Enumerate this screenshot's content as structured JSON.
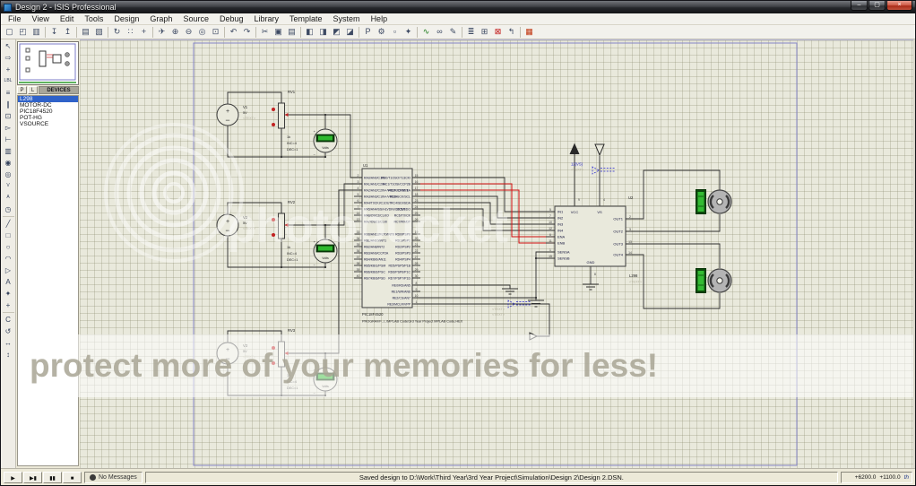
{
  "window": {
    "title": "Design 2 - ISIS Professional",
    "buttons": {
      "minimize": "–",
      "maximize": "▢",
      "close": "×"
    }
  },
  "menu": {
    "items": [
      "File",
      "View",
      "Edit",
      "Tools",
      "Design",
      "Graph",
      "Source",
      "Debug",
      "Library",
      "Template",
      "System",
      "Help"
    ]
  },
  "toolbar": {
    "groups": [
      [
        {
          "name": "new-file-icon",
          "glyph": "▢"
        },
        {
          "name": "open-file-icon",
          "glyph": "◰"
        },
        {
          "name": "save-file-icon",
          "glyph": "▥"
        }
      ],
      [
        {
          "name": "import-section-icon",
          "glyph": "↧"
        },
        {
          "name": "export-section-icon",
          "glyph": "↥"
        }
      ],
      [
        {
          "name": "print-icon",
          "glyph": "▤"
        },
        {
          "name": "mark-output-area-icon",
          "glyph": "▧"
        }
      ],
      [
        {
          "name": "redraw-icon",
          "glyph": "↻"
        },
        {
          "name": "toggle-grid-icon",
          "glyph": "∷"
        },
        {
          "name": "false-origin-icon",
          "glyph": "+"
        }
      ],
      [
        {
          "name": "pan-icon",
          "glyph": "✈"
        },
        {
          "name": "zoom-in-icon",
          "glyph": "⊕"
        },
        {
          "name": "zoom-out-icon",
          "glyph": "⊖"
        },
        {
          "name": "zoom-all-icon",
          "glyph": "◎"
        },
        {
          "name": "zoom-area-icon",
          "glyph": "⊡"
        }
      ],
      [
        {
          "name": "undo-icon",
          "glyph": "↶"
        },
        {
          "name": "redo-icon",
          "glyph": "↷"
        }
      ],
      [
        {
          "name": "cut-icon",
          "glyph": "✂"
        },
        {
          "name": "copy-icon",
          "glyph": "▣"
        },
        {
          "name": "paste-icon",
          "glyph": "▤"
        }
      ],
      [
        {
          "name": "block-copy-icon",
          "glyph": "◧"
        },
        {
          "name": "block-move-icon",
          "glyph": "◨"
        },
        {
          "name": "block-rotate-icon",
          "glyph": "◩"
        },
        {
          "name": "block-delete-icon",
          "glyph": "◪"
        }
      ],
      [
        {
          "name": "pick-device-icon",
          "glyph": "P"
        },
        {
          "name": "make-device-icon",
          "glyph": "⚙"
        },
        {
          "name": "packaging-tool-icon",
          "glyph": "▫"
        },
        {
          "name": "decompose-icon",
          "glyph": "✦"
        }
      ],
      [
        {
          "name": "wire-autorouter-icon",
          "glyph": "∿"
        },
        {
          "name": "search-tag-icon",
          "glyph": "∞"
        },
        {
          "name": "property-assignment-icon",
          "glyph": "✎"
        }
      ],
      [
        {
          "name": "design-explorer-icon",
          "glyph": "≣"
        },
        {
          "name": "new-sheet-icon",
          "glyph": "⊞"
        },
        {
          "name": "remove-sheet-icon",
          "glyph": "⊠"
        },
        {
          "name": "goto-sheet-icon",
          "glyph": "↰"
        }
      ],
      [
        {
          "name": "netlist-to-ares-icon",
          "glyph": "▦"
        }
      ]
    ]
  },
  "left_toolbar": {
    "icons": [
      {
        "name": "selection-mode-icon",
        "glyph": "↖"
      },
      {
        "name": "component-mode-icon",
        "glyph": "⇨"
      },
      {
        "name": "junction-dot-mode-icon",
        "glyph": "+"
      },
      {
        "name": "wire-label-mode-icon",
        "glyph": "LBL",
        "small": true
      },
      {
        "name": "text-script-mode-icon",
        "glyph": "≡"
      },
      {
        "name": "buses-mode-icon",
        "glyph": "∥"
      },
      {
        "name": "subcircuit-mode-icon",
        "glyph": "⊡"
      },
      {
        "name": "terminals-mode-icon",
        "glyph": "▻"
      },
      {
        "name": "device-pins-mode-icon",
        "glyph": "⊢"
      },
      {
        "name": "graph-mode-icon",
        "glyph": "▥"
      },
      {
        "name": "tape-recorder-mode-icon",
        "glyph": "◉"
      },
      {
        "name": "generator-mode-icon",
        "glyph": "◎"
      },
      {
        "name": "voltage-probe-mode-icon",
        "glyph": "V",
        "small": true
      },
      {
        "name": "current-probe-mode-icon",
        "glyph": "A",
        "small": true
      },
      {
        "name": "virtual-instruments-mode-icon",
        "glyph": "◷",
        "sep": true
      },
      {
        "name": "2d-line-icon",
        "glyph": "╱"
      },
      {
        "name": "2d-box-icon",
        "glyph": "□"
      },
      {
        "name": "2d-circle-icon",
        "glyph": "○"
      },
      {
        "name": "2d-arc-icon",
        "glyph": "◠"
      },
      {
        "name": "2d-path-icon",
        "glyph": "▷"
      },
      {
        "name": "2d-text-icon",
        "glyph": "A"
      },
      {
        "name": "2d-symbol-icon",
        "glyph": "✦"
      },
      {
        "name": "2d-marker-icon",
        "glyph": "+",
        "sep": true
      },
      {
        "name": "rotate-clockwise-icon",
        "glyph": "C"
      },
      {
        "name": "rotate-anticlockwise-icon",
        "glyph": "↺"
      },
      {
        "name": "x-mirror-icon",
        "glyph": "↔"
      },
      {
        "name": "y-mirror-icon",
        "glyph": "↕"
      }
    ]
  },
  "devices_panel": {
    "p_label": "P",
    "l_label": "L",
    "header": "DEVICES",
    "items": [
      "L298",
      "MOTOR-DC",
      "PIC18F4520",
      "POT-HG",
      "VSOURCE"
    ],
    "selected_index": 0
  },
  "schematic": {
    "text_placeholder": "<TEXT>",
    "power_label": "12(VS)",
    "u1": {
      "ref": "U1",
      "name": "PIC18F4520",
      "program": "PROGRAM=..\\..\\MPLAB Code\\3rd Year Project MPLAB Code.HEX",
      "left_groups": [
        [
          {
            "n": "2",
            "l": "RA0/AN0/C1IN-"
          },
          {
            "n": "3",
            "l": "RA1/AN1/C2IN-"
          },
          {
            "n": "4",
            "l": "RA2/AN2/C2IN+/VREF-/CVREF"
          },
          {
            "n": "5",
            "l": "RA3/AN3/C1IN+/VREF+"
          },
          {
            "n": "6",
            "l": "RA4/T0CKI/C1OUT"
          },
          {
            "n": "7",
            "l": "RA5/AN4/SS/HLVDIN/C2OUT"
          },
          {
            "n": "14",
            "l": "RA6/OSC2/CLKO"
          },
          {
            "n": "13",
            "l": "RA7/OSC1/CLKI"
          }
        ],
        [
          {
            "n": "33",
            "l": "RB0/AN12/FLT0/INT0"
          },
          {
            "n": "34",
            "l": "RB1/AN10/INT1"
          },
          {
            "n": "35",
            "l": "RB2/AN8/INT2"
          },
          {
            "n": "36",
            "l": "RB3/AN9/CCP2A"
          },
          {
            "n": "37",
            "l": "RB4/KBI0/AN11"
          },
          {
            "n": "38",
            "l": "RB5/KBI1/PGM"
          },
          {
            "n": "39",
            "l": "RB6/KBI2/PGC"
          },
          {
            "n": "40",
            "l": "RB7/KBI3/PGD"
          }
        ]
      ],
      "right_groups": [
        [
          {
            "n": "15",
            "l": "RC0/T1OSO/T13CKI"
          },
          {
            "n": "16",
            "l": "RC1/T1OSI/CCP2B"
          },
          {
            "n": "17",
            "l": "RC2/CCP1/P1A"
          },
          {
            "n": "18",
            "l": "RC3/SCK/SCL"
          },
          {
            "n": "23",
            "l": "RC4/SDI/SDA"
          },
          {
            "n": "24",
            "l": "RC5/SDO"
          },
          {
            "n": "25",
            "l": "RC6/TX/CK"
          },
          {
            "n": "26",
            "l": "RC7/RX/DT"
          }
        ],
        [
          {
            "n": "19",
            "l": "RD0/PSP0"
          },
          {
            "n": "20",
            "l": "RD1/PSP1"
          },
          {
            "n": "21",
            "l": "RD2/PSP2"
          },
          {
            "n": "22",
            "l": "RD3/PSP3"
          },
          {
            "n": "27",
            "l": "RD4/PSP4"
          },
          {
            "n": "28",
            "l": "RD5/PSP5/P1B"
          },
          {
            "n": "29",
            "l": "RD6/PSP6/P1C"
          },
          {
            "n": "30",
            "l": "RD7/PSP7/P1D"
          }
        ],
        [
          {
            "n": "8",
            "l": "RE0/RD/AN5"
          },
          {
            "n": "9",
            "l": "RE1/WR/AN6"
          },
          {
            "n": "10",
            "l": "RE2/CS/AN7"
          },
          {
            "n": "1",
            "l": "RE3/MCLR/VPP"
          }
        ]
      ]
    },
    "u2": {
      "ref": "U2",
      "name": "L298",
      "left_pins": [
        {
          "n": "5",
          "l": "IN1"
        },
        {
          "n": "7",
          "l": "IN2"
        },
        {
          "n": "10",
          "l": "IN3"
        },
        {
          "n": "12",
          "l": "IN4"
        },
        {
          "n": "6",
          "l": "ENA"
        },
        {
          "n": "11",
          "l": "ENB"
        },
        {
          "n": "1",
          "l": "SENSA"
        },
        {
          "n": "15",
          "l": "SENSB"
        }
      ],
      "right_pins": [
        {
          "n": "2",
          "l": "OUT1"
        },
        {
          "n": "3",
          "l": "OUT2"
        },
        {
          "n": "13",
          "l": "OUT3"
        },
        {
          "n": "14",
          "l": "OUT4"
        }
      ],
      "top_pins": [
        {
          "n": "9",
          "l": "VCC"
        },
        {
          "n": "4",
          "l": "VS"
        }
      ],
      "bottom_pins": [
        {
          "n": "8",
          "l": "GND"
        }
      ]
    },
    "analog_blocks": [
      {
        "v_ref": "V1",
        "v_value": "5V",
        "rv_ref": "RV1",
        "r_value": "1k",
        "inc": "INC=4",
        "dec": "DEC=1",
        "meter_label": "Volts"
      },
      {
        "v_ref": "V2",
        "v_value": "5V",
        "rv_ref": "RV2",
        "r_value": "1k",
        "inc": "INC=4",
        "dec": "DEC=1",
        "meter_label": "Volts"
      },
      {
        "v_ref": "V3",
        "v_value": "5V",
        "rv_ref": "RV3",
        "r_value": "1k",
        "inc": "INC=4",
        "dec": "DEC=1",
        "meter_label": "Volts"
      }
    ]
  },
  "watermark": {
    "brand": "photobucket",
    "tagline": "protect more of your memories for less!"
  },
  "status_bar": {
    "sim_buttons": [
      {
        "name": "play-button",
        "glyph": "▶"
      },
      {
        "name": "step-button",
        "glyph": "▶▮"
      },
      {
        "name": "pause-button",
        "glyph": "▮▮"
      },
      {
        "name": "stop-button",
        "glyph": "■"
      }
    ],
    "no_messages": "No Messages",
    "saved_text": "Saved design to D:\\Work\\Third Year\\3rd Year Project\\Simulation\\Design 2\\Design 2.DSN.",
    "coord_x": "+6200.0",
    "coord_y": "+1100.0",
    "unit": "th"
  }
}
